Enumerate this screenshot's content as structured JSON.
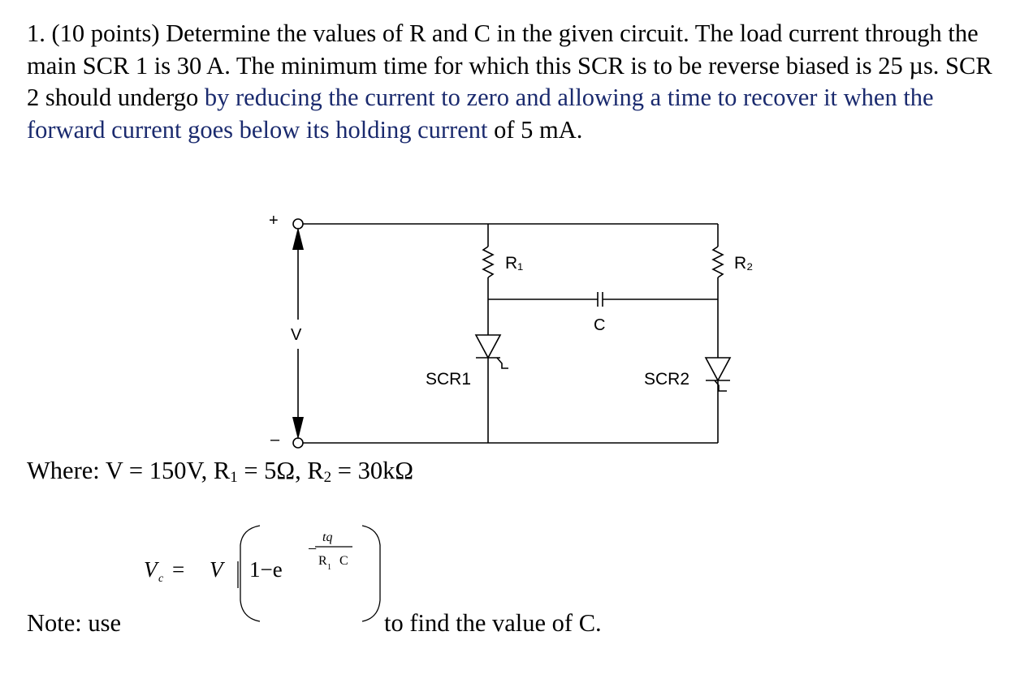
{
  "problem": {
    "number_label": "1.",
    "points_label": "(10 points)",
    "text_black_1": "Determine the values of R and C in the given circuit. The load current through the main SCR 1 is 30 A. The minimum time for which this SCR is to be reverse biased is 25 µs. SCR 2 should undergo",
    "text_blue": " by reducing the current to zero and allowing a time to recover it when the forward current goes below its holding current",
    "text_black_2": " of 5 mA."
  },
  "circuit": {
    "plus_label": "+",
    "minus_label": "–",
    "v_label": "V",
    "r1_label": "R₁",
    "r2_label": "R₂",
    "c_label": "C",
    "scr1_label": "SCR1",
    "scr2_label": "SCR2"
  },
  "given": {
    "where_label": "Where:",
    "v_value": "V = 150V,",
    "r1_name": "R",
    "r1_sub": "1",
    "r1_value": "= 5Ω,",
    "r2_name": "R",
    "r2_sub": "2",
    "r2_value": "= 30kΩ"
  },
  "formula": {
    "lhs": "V",
    "lhs_sub": "c",
    "equals": "=",
    "v": "V",
    "one_minus": "1−e",
    "exp_minus": "−",
    "exp_num": "tq",
    "exp_den_r": "R",
    "exp_den_r_sub": "1",
    "exp_den_c": "C"
  },
  "note": {
    "prefix": "Note: use",
    "suffix": "to find the value of C."
  }
}
